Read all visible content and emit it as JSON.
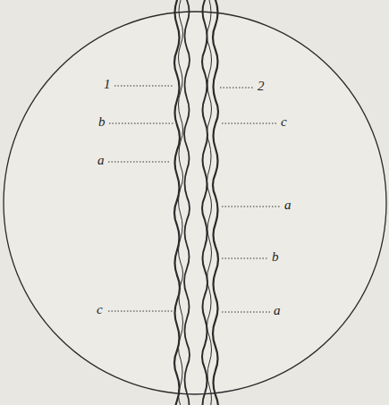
{
  "diagram": {
    "labels": [
      "1",
      "2",
      "b",
      "c",
      "a",
      "a",
      "b",
      "c",
      "a"
    ]
  }
}
